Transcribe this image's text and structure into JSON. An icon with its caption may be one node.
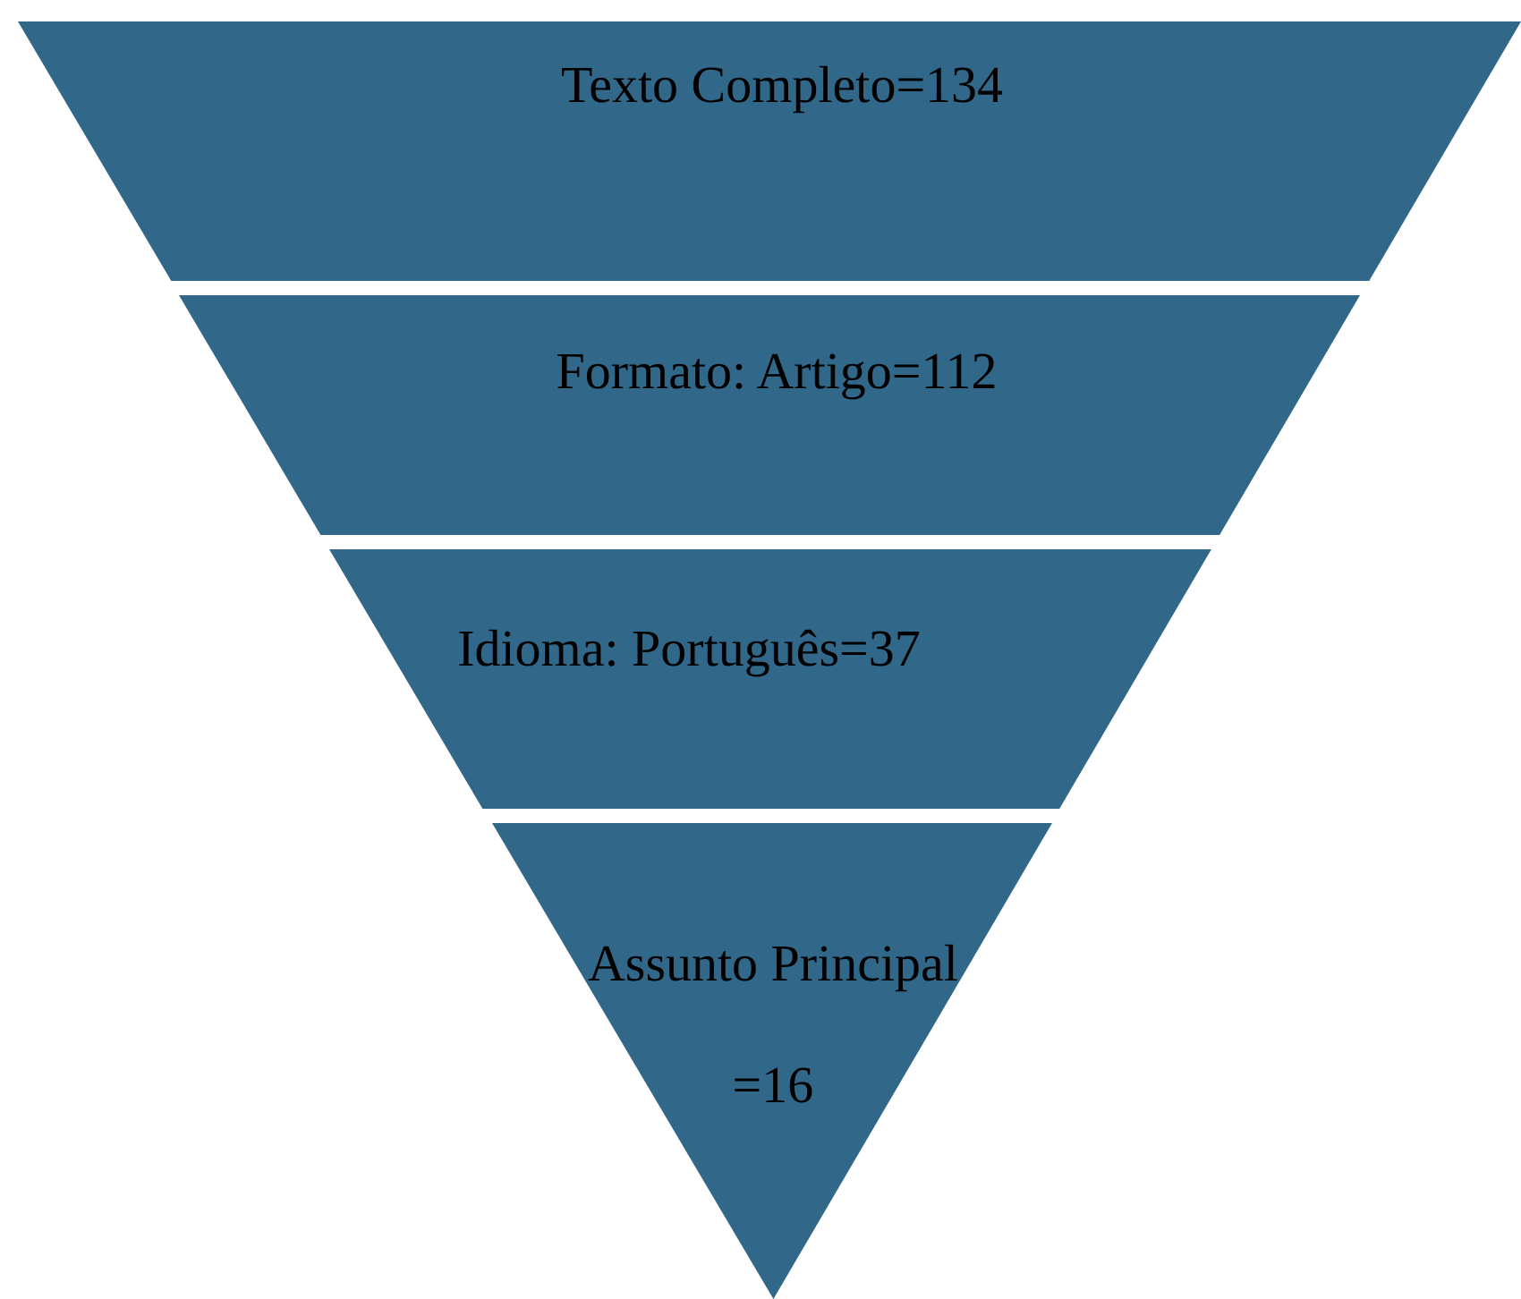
{
  "diagram": {
    "nodes": [
      {
        "text": [
          "Texto Completo=134"
        ]
      },
      {
        "text": [
          "Formato: Artigo=112"
        ]
      },
      {
        "text": [
          "Idioma: Português=37"
        ]
      },
      {
        "text": [
          "Assunto Principal =16"
        ]
      }
    ]
  }
}
